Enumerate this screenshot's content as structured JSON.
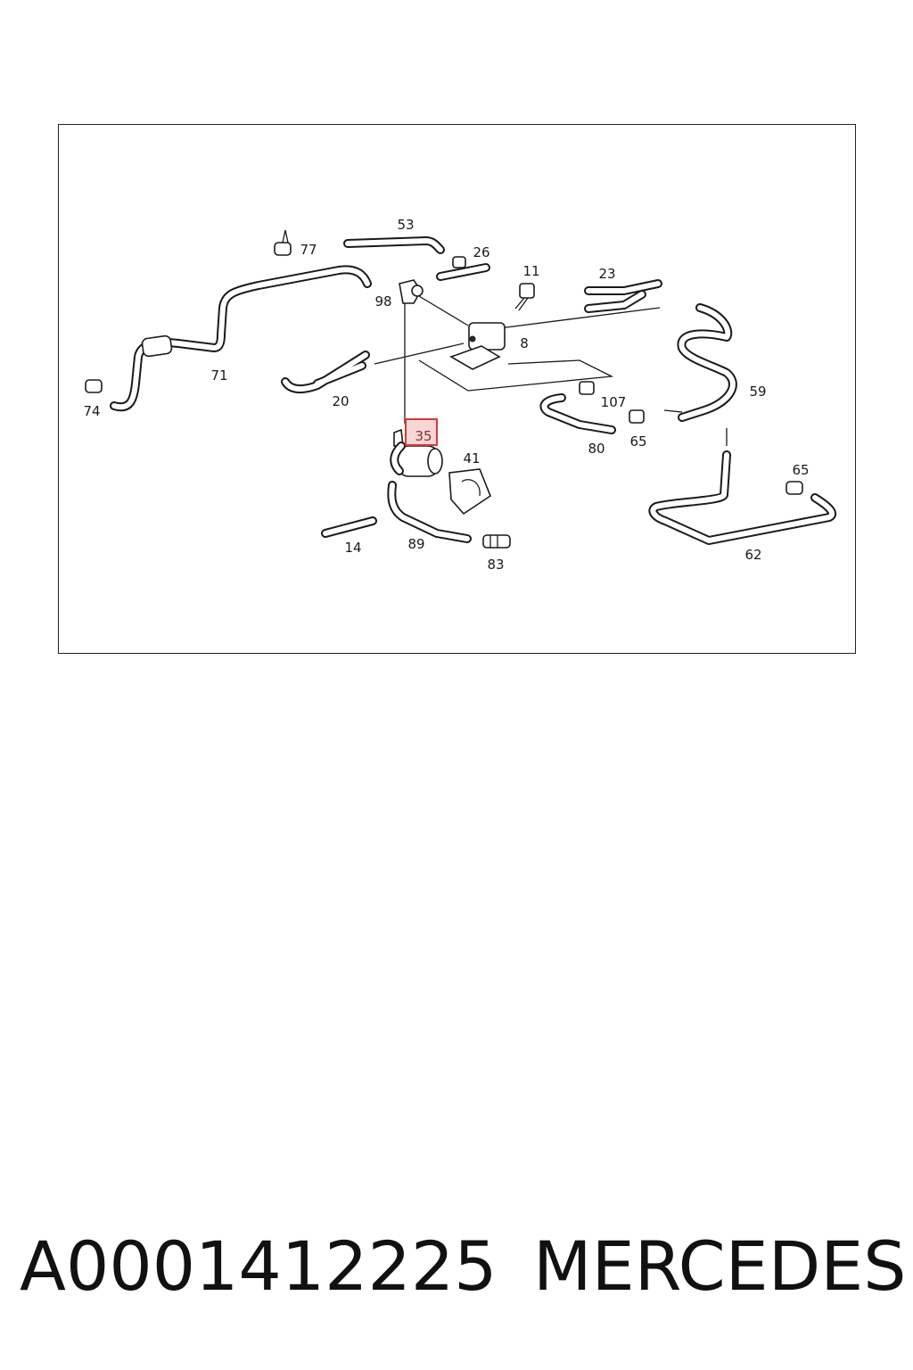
{
  "diagram": {
    "callouts": {
      "c53": "53",
      "c77": "77",
      "c26": "26",
      "c11": "11",
      "c23": "23",
      "c98": "98",
      "c8": "8",
      "c71": "71",
      "c20": "20",
      "c74": "74",
      "c107": "107",
      "c59": "59",
      "c65a": "65",
      "c80": "80",
      "c35": "35",
      "c41": "41",
      "c65b": "65",
      "c14": "14",
      "c89": "89",
      "c83": "83",
      "c62": "62"
    },
    "highlighted_callout": "35",
    "highlight_color": "#d63a3a"
  },
  "footer": {
    "part_number": "A0001412225",
    "brand": "MERCEDES"
  }
}
